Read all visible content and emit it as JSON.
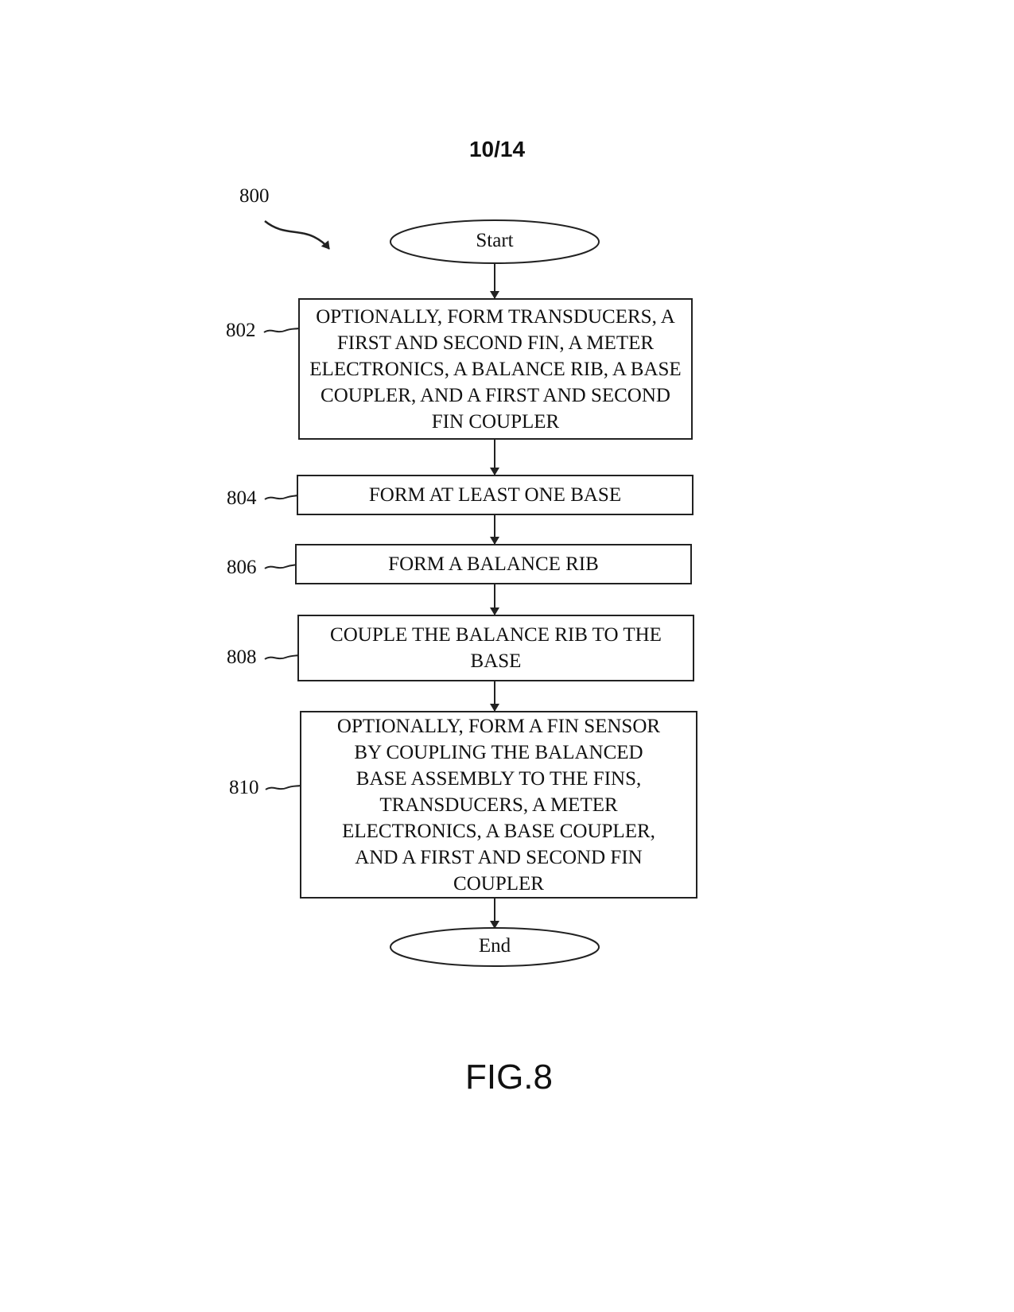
{
  "sheet_number": "10/14",
  "figure_label": "FIG.8",
  "flowchart": {
    "ref": "800",
    "start": "Start",
    "end": "End",
    "steps": [
      {
        "ref": "802",
        "text": "OPTIONALLY, FORM TRANSDUCERS, A FIRST AND SECOND FIN, A METER ELECTRONICS, A BALANCE RIB, A BASE COUPLER, AND A FIRST AND SECOND FIN COUPLER"
      },
      {
        "ref": "804",
        "text": "FORM AT LEAST ONE BASE"
      },
      {
        "ref": "806",
        "text": "FORM A BALANCE RIB"
      },
      {
        "ref": "808",
        "text": "COUPLE THE BALANCE RIB TO THE BASE"
      },
      {
        "ref": "810",
        "text": "OPTIONALLY, FORM A FIN SENSOR BY COUPLING THE BALANCED BASE ASSEMBLY TO THE FINS, TRANSDUCERS, A METER ELECTRONICS, A BASE COUPLER, AND A FIRST AND SECOND FIN COUPLER"
      }
    ]
  }
}
